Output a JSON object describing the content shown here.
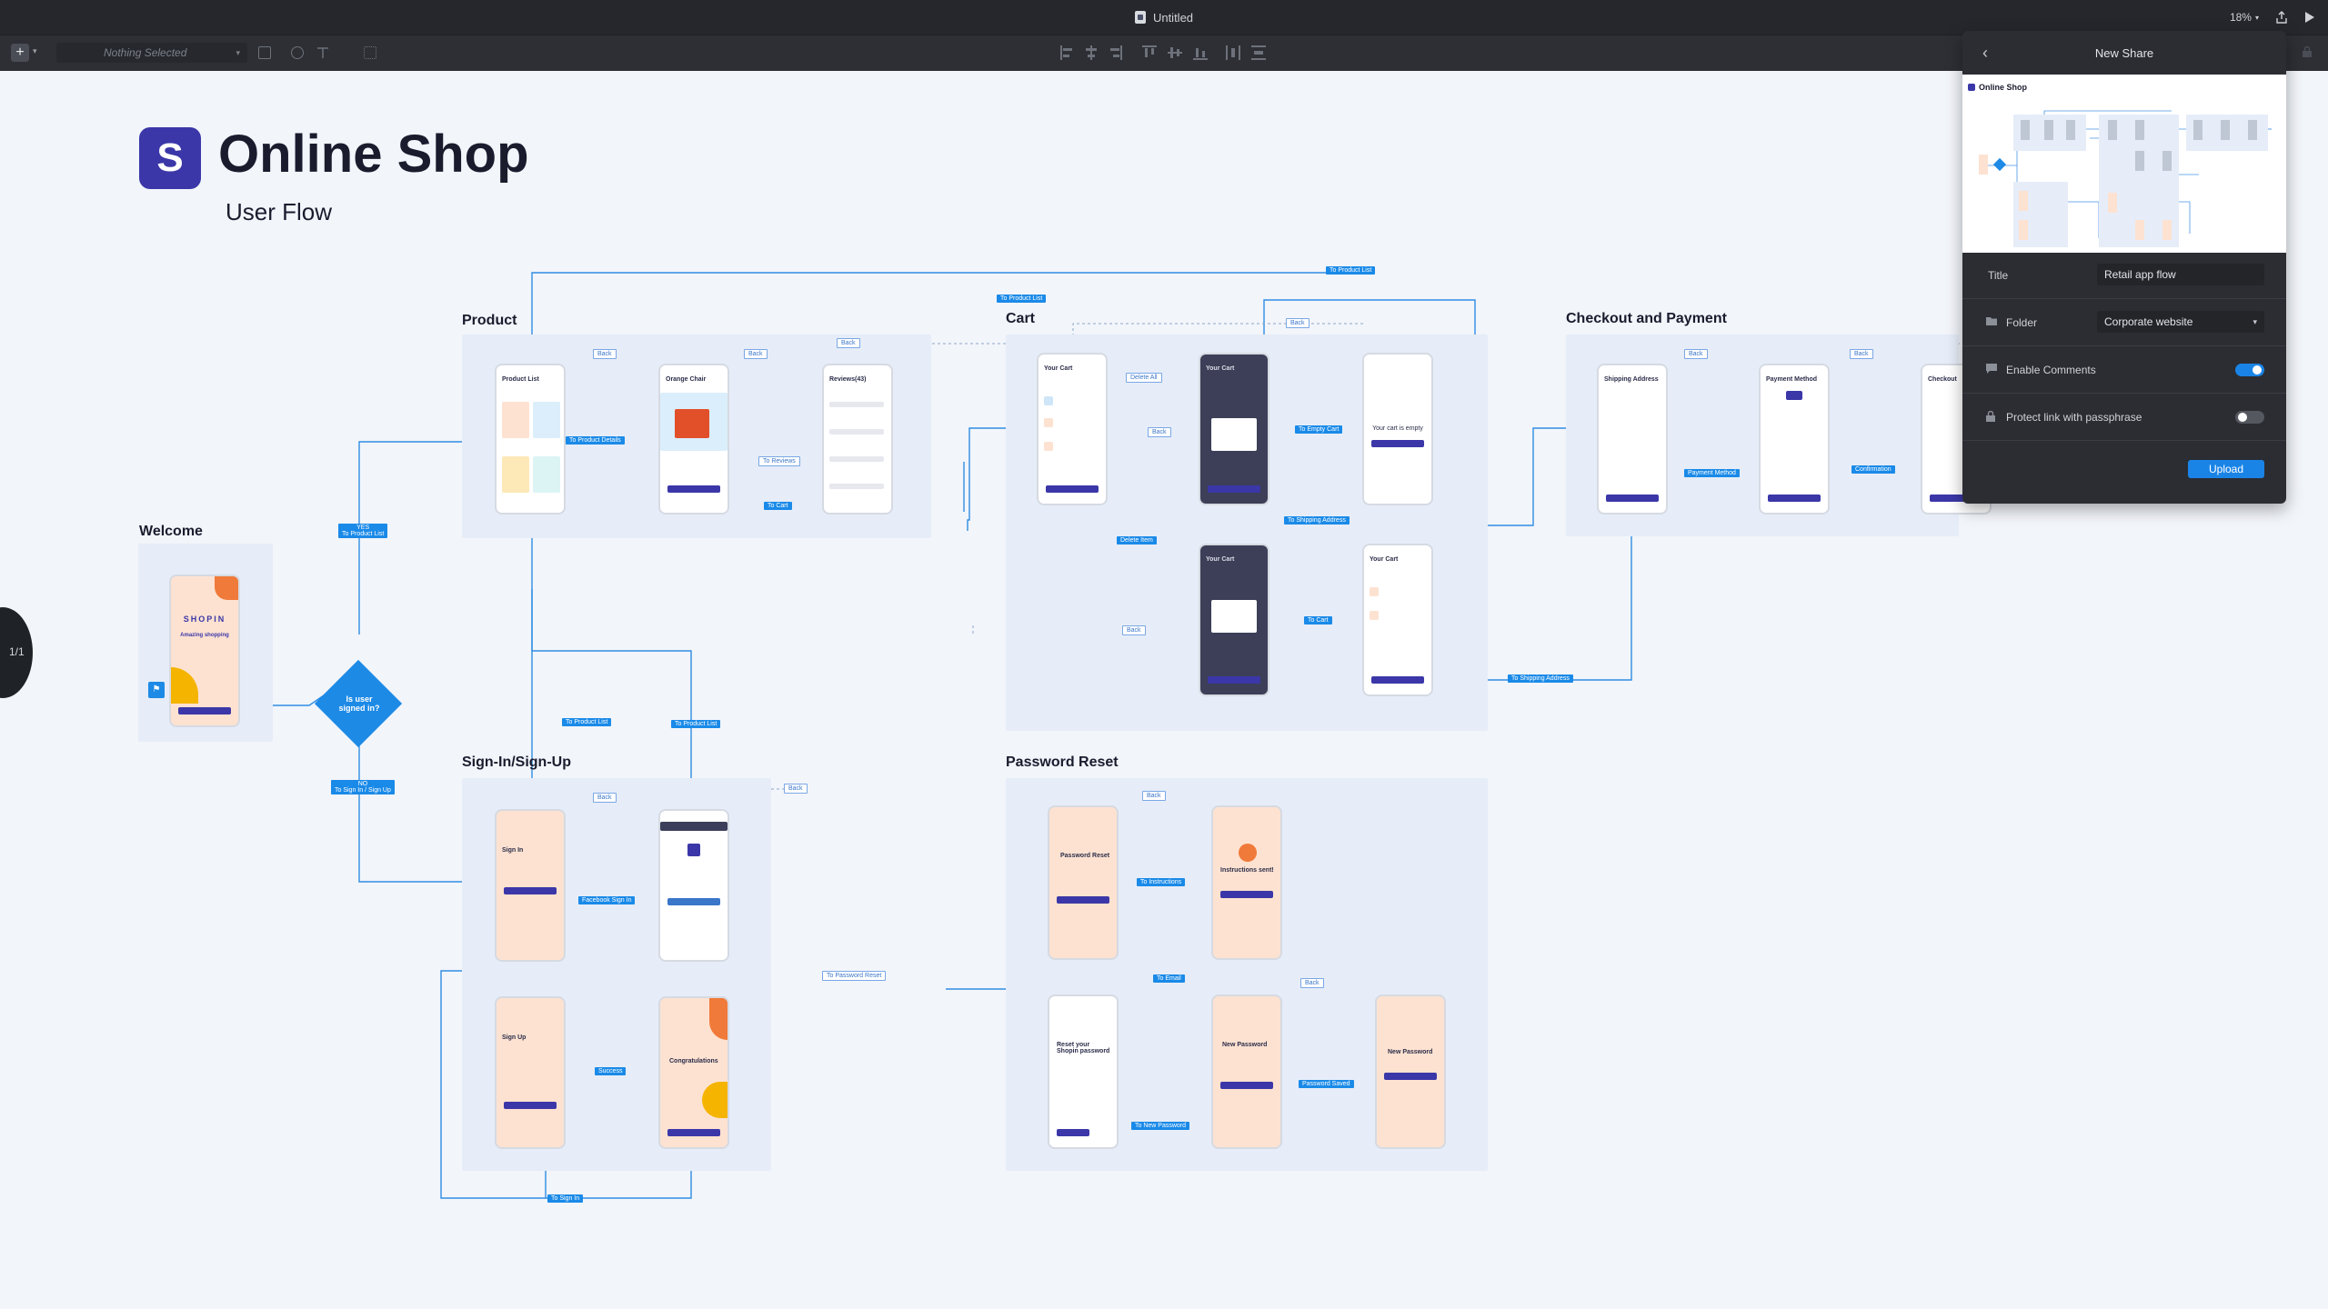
{
  "window": {
    "title": "Untitled",
    "zoom": "18%"
  },
  "toolbar": {
    "selection_placeholder": "Nothing Selected"
  },
  "canvas": {
    "brand_letter": "S",
    "title": "Online Shop",
    "subtitle": "User Flow",
    "page_indicator": "1/1",
    "sections": {
      "welcome": "Welcome",
      "product": "Product",
      "cart": "Cart",
      "checkout": "Checkout and Payment",
      "signin": "Sign-In/Sign-Up",
      "password": "Password Reset"
    },
    "decision": {
      "line1": "Is user",
      "line2": "signed in?"
    },
    "screens": {
      "product_list": "Product List",
      "orange_chair": "Orange Chair",
      "reviews": "Reviews(43)",
      "your_cart": "Your Cart",
      "cart_empty": "Your cart is empty",
      "shipping_address": "Shipping Address",
      "payment_method": "Payment Method",
      "checkout": "Checkout",
      "sign_in": "Sign In",
      "sign_up": "Sign Up",
      "congratulations": "Congratulations",
      "password_reset": "Password Reset",
      "instructions_sent": "Instructions sent!",
      "reset_your_password": "Reset your Shopin password",
      "new_password": "New Password",
      "shopin": "SHOPIN",
      "amazing_shopping": "Amazing shopping"
    },
    "tags": {
      "to_product_list": "To Product List",
      "back": "Back",
      "to_product_details": "To Product Details",
      "to_reviews": "To Reviews",
      "to_cart": "To Cart",
      "yes": "YES",
      "no": "NO",
      "to_sign_in_sign_up": "To Sign In / Sign Up",
      "to_empty_cart": "To Empty Cart",
      "to_shipping_address": "To Shipping Address",
      "delete_item": "Delete Item",
      "payment_method": "Payment Method",
      "confirmation": "Confirmation",
      "facebook_sign_in": "Facebook Sign In",
      "success": "Success",
      "to_sign_in": "To Sign In",
      "to_password_reset": "To Password Reset",
      "to_instructions": "To Instructions",
      "to_email": "To Email",
      "to_new_password": "To New Password",
      "password_saved": "Password Saved",
      "delete_all": "Delete All"
    }
  },
  "share_panel": {
    "header": "New Share",
    "preview_title": "Online Shop",
    "title_label": "Title",
    "title_value": "Retail app flow",
    "folder_label": "Folder",
    "folder_value": "Corporate website",
    "comments_label": "Enable Comments",
    "comments_enabled": true,
    "protect_label": "Protect link with passphrase",
    "protect_enabled": false,
    "upload_label": "Upload"
  },
  "colors": {
    "accent": "#1a84e6",
    "brand": "#3b37a8",
    "canvas_bg": "#f2f5fa",
    "titlebar": "#25272c"
  }
}
